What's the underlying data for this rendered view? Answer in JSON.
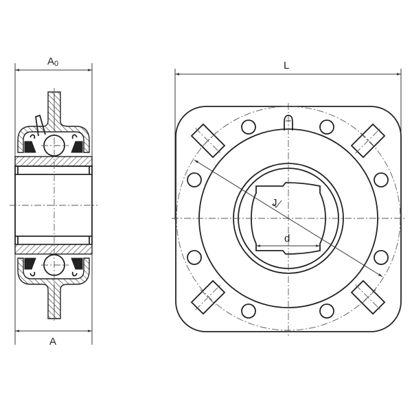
{
  "drawing": {
    "title": "Square flange bearing unit technical drawing",
    "side_view": {
      "dimensions": {
        "top_width_label": "A",
        "top_width_subscript": "0",
        "bottom_width_label": "A"
      }
    },
    "front_view": {
      "dimensions": {
        "overall_length_label": "L",
        "bolt_circle_label": "J",
        "bore_label": "d"
      },
      "bolt_slots": 4,
      "holes": 8,
      "grease_fitting": true
    },
    "colors": {
      "line": "#222222",
      "centerline": "#555555",
      "background": "#ffffff"
    }
  }
}
